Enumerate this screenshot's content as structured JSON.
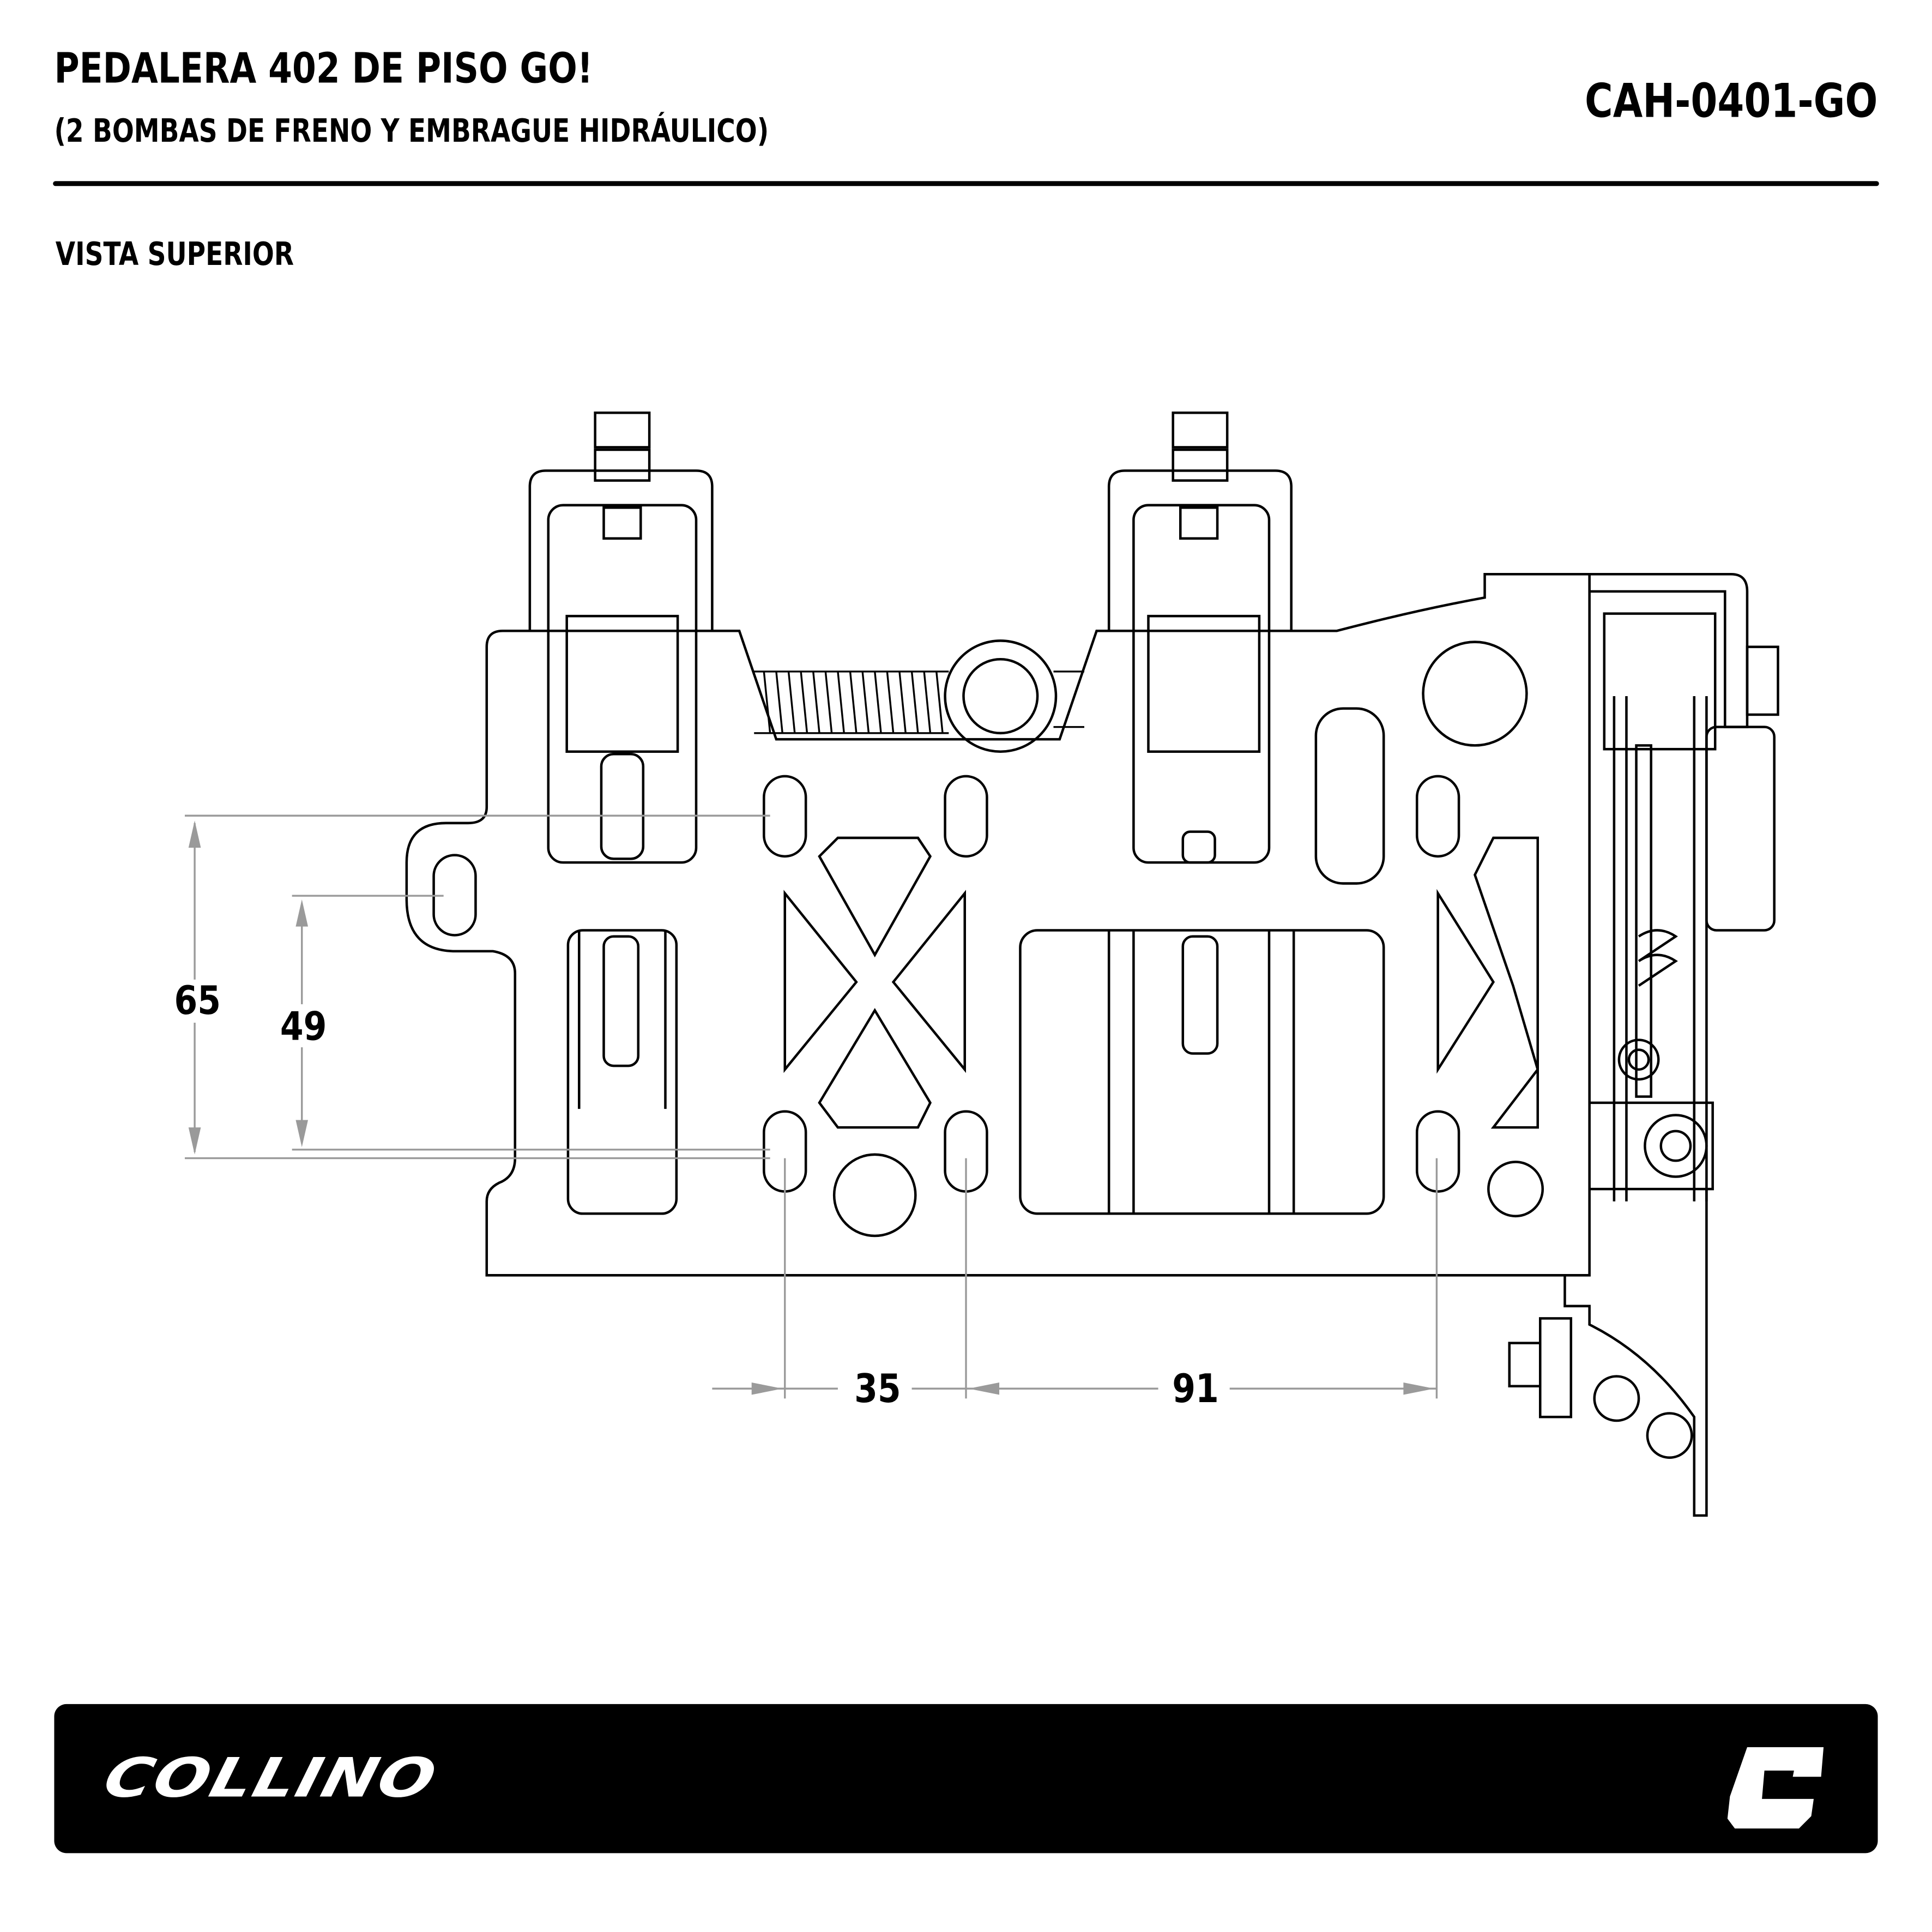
{
  "header": {
    "title": "PEDALERA 402 DE PISO GO!",
    "subtitle": "(2 BOMBAS DE FRENO Y EMBRAGUE HIDRÁULICO)",
    "product_code": "CAH-0401-GO"
  },
  "view_label": "VISTA SUPERIOR",
  "dimensions": {
    "vertical_outer": "65",
    "vertical_inner": "49",
    "horizontal_left": "35",
    "horizontal_right": "91"
  },
  "footer": {
    "brand": "COLLINO",
    "brand_mark": "C"
  },
  "colors": {
    "line": "#000000",
    "dimension": "#9a9a9a",
    "footer_bg": "#000000"
  }
}
